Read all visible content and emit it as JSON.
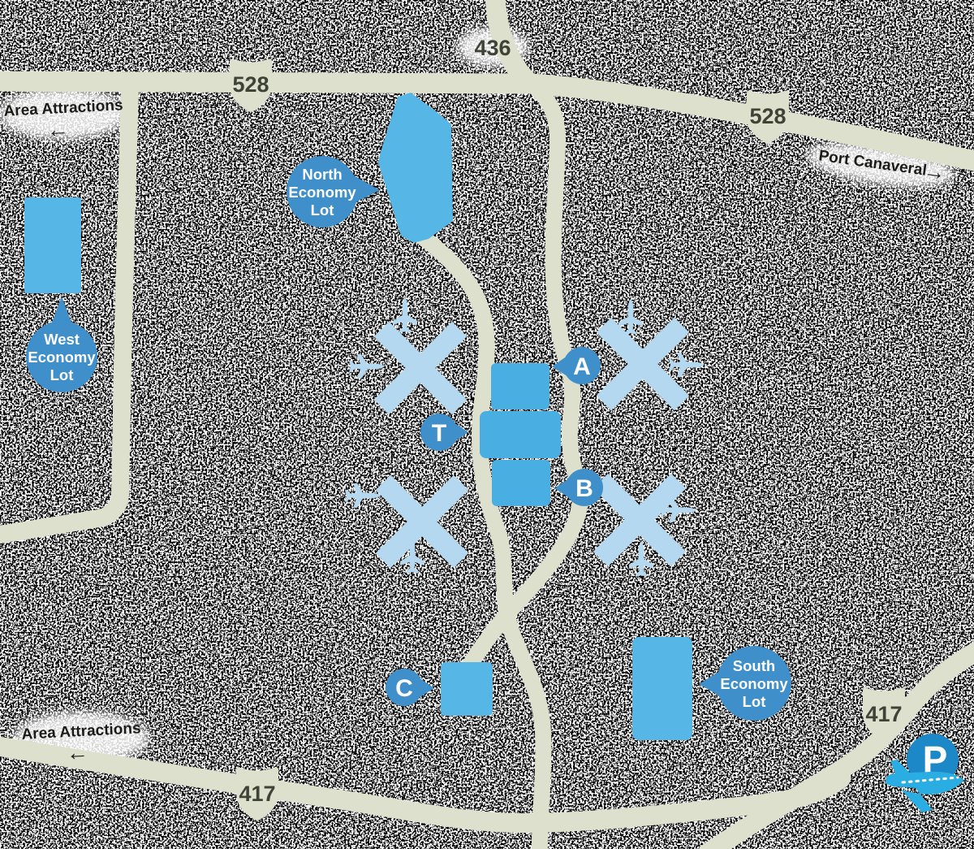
{
  "labels": {
    "area_attractions_top": "Area Attractions",
    "area_attractions_bottom": "Area Attractions",
    "port_canaveral": "Port Canaveral",
    "left_arrow": "←",
    "right_arrow": "→"
  },
  "shields": {
    "top_528": "528",
    "route_436": "436",
    "right_528": "528",
    "southwest_417": "417",
    "southeast_417": "417"
  },
  "callouts": {
    "north": {
      "line1": "North",
      "line2": "Economy",
      "line3": "Lot"
    },
    "west": {
      "line1": "West",
      "line2": "Economy",
      "line3": "Lot"
    },
    "south": {
      "line1": "South",
      "line2": "Economy",
      "line3": "Lot"
    }
  },
  "markers": {
    "terminal_a": "A",
    "terminal_b": "B",
    "terminal_t": "T",
    "terminal_c": "C"
  },
  "logo": {
    "parking_letter": "P"
  },
  "colors": {
    "road": "#dde0cc",
    "lot_blue": "#56b7e7",
    "terminal_blue": "#49aee2",
    "accent_blue": "#3e8fca",
    "plane_blue": "#b4d8f0",
    "logo_circle": "#1d88c7",
    "logo_plane": "#2aade2",
    "label_text": "#1b1b18",
    "shield_text": "#3f4237",
    "callout_text": "#ffffff"
  }
}
